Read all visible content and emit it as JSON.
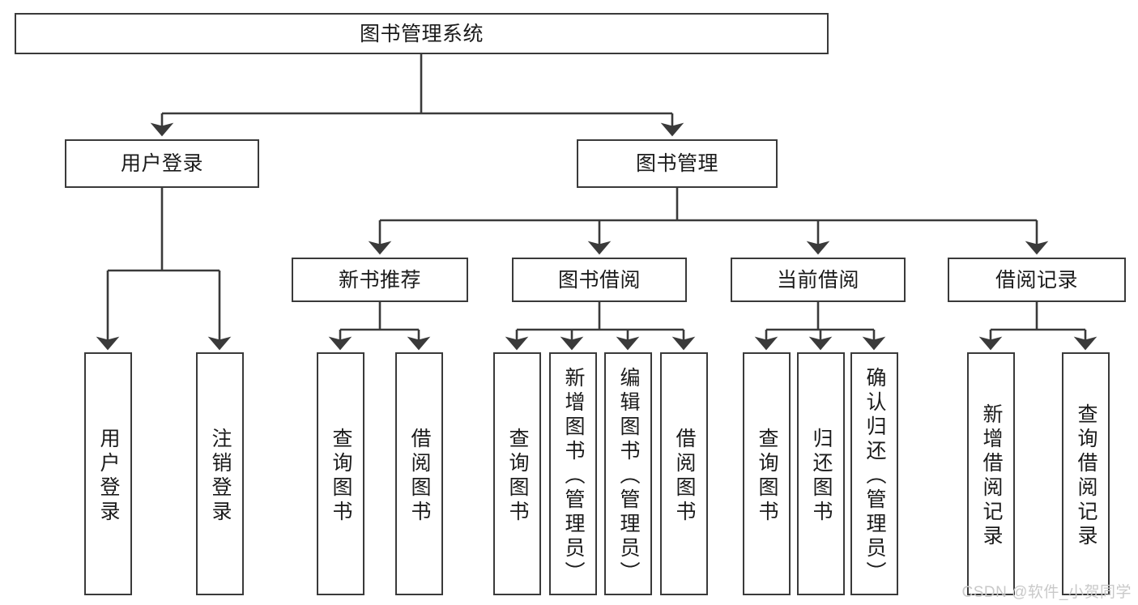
{
  "diagram": {
    "title": "图书管理系统",
    "type": "tree",
    "colors": {
      "stroke": "#3a3a3a",
      "fill": "#ffffff",
      "text": "#1b1b1b",
      "watermark": "#c9c9c9"
    },
    "root": {
      "label": "图书管理系统"
    },
    "level2": [
      {
        "label": "用户登录"
      },
      {
        "label": "图书管理"
      }
    ],
    "level3": [
      {
        "label": "新书推荐"
      },
      {
        "label": "图书借阅"
      },
      {
        "label": "当前借阅"
      },
      {
        "label": "借阅记录"
      }
    ],
    "leaves": {
      "user_login": [
        {
          "label": "用户登录"
        },
        {
          "label": "注销登录"
        }
      ],
      "new_book": [
        {
          "label": "查询图书"
        },
        {
          "label": "借阅图书"
        }
      ],
      "book_borrow": [
        {
          "label": "查询图书"
        },
        {
          "label": "新增图书（管理员）"
        },
        {
          "label": "编辑图书（管理员）"
        },
        {
          "label": "借阅图书"
        }
      ],
      "current_borrow": [
        {
          "label": "查询图书"
        },
        {
          "label": "归还图书"
        },
        {
          "label": "确认归还（管理员）"
        }
      ],
      "borrow_record": [
        {
          "label": "新增借阅记录"
        },
        {
          "label": "查询借阅记录"
        }
      ]
    }
  },
  "watermark": {
    "text": "CSDN @软件_小贺同学"
  }
}
